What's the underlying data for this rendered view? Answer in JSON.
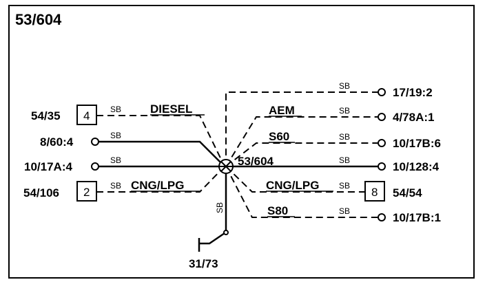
{
  "title": "53/604",
  "center_label": "53/604",
  "ground_label": "31/73",
  "wire_color": "SB",
  "groups": {
    "diesel": "DIESEL",
    "aem": "AEM",
    "s60": "S60",
    "cng_left": "CNG/LPG",
    "cng_right": "CNG/LPG",
    "s80": "S80"
  },
  "left_connections": [
    {
      "label": "54/35",
      "pin": "4"
    },
    {
      "label": "8/60:4"
    },
    {
      "label": "10/17A:4"
    },
    {
      "label": "54/106",
      "pin": "2"
    }
  ],
  "right_connections": [
    {
      "label": "17/19:2"
    },
    {
      "label": "4/78A:1"
    },
    {
      "label": "10/17B:6"
    },
    {
      "label": "10/128:4"
    },
    {
      "label": "54/54",
      "pin": "8"
    },
    {
      "label": "10/17B:1"
    }
  ]
}
